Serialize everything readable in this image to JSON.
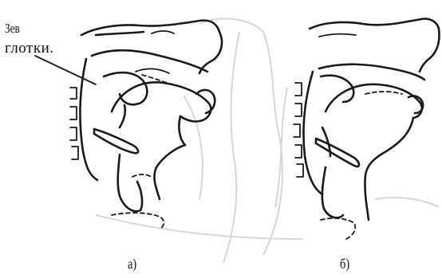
{
  "labels": {
    "zev": "Зев",
    "glotki": "глотки."
  },
  "captions": {
    "a": "а)",
    "b": "б)"
  }
}
